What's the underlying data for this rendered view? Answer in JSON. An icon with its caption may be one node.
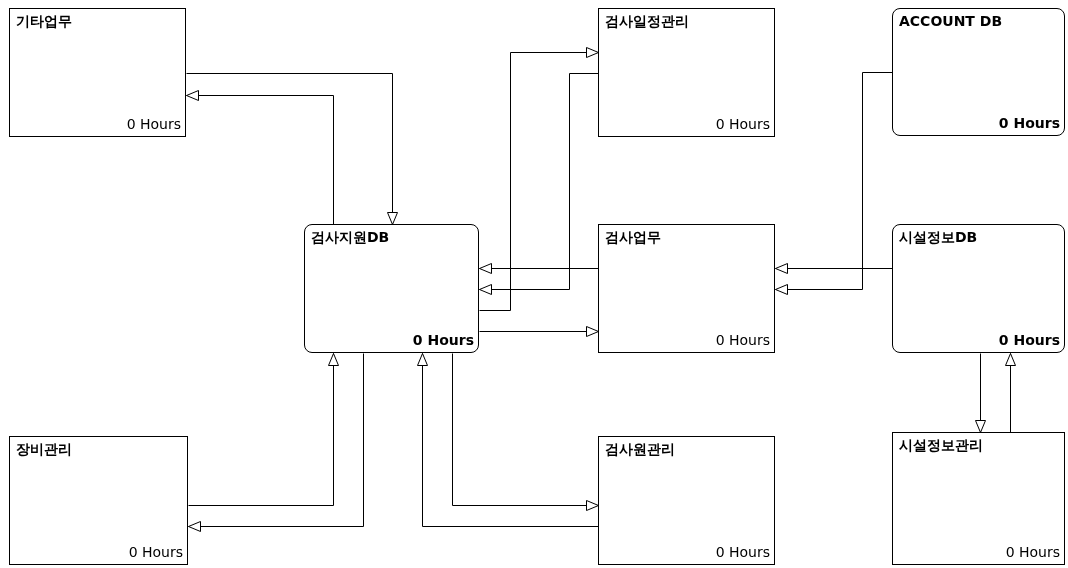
{
  "diagram": {
    "nodes": [
      {
        "text": [
          "기타업무",
          "0 Hours"
        ]
      },
      {
        "text": [
          "검사일정관리",
          "0 Hours"
        ]
      },
      {
        "text": [
          "ACCOUNT DB",
          "0 Hours"
        ]
      },
      {
        "text": [
          "검사지원DB",
          "0 Hours"
        ]
      },
      {
        "text": [
          "검사업무",
          "0 Hours"
        ]
      },
      {
        "text": [
          "시설정보DB",
          "0 Hours"
        ]
      },
      {
        "text": [
          "장비관리",
          "0 Hours"
        ]
      },
      {
        "text": [
          "검사원관리",
          "0 Hours"
        ]
      },
      {
        "text": [
          "시설정보관리",
          "0 Hours"
        ]
      }
    ],
    "edges": [
      {
        "from": 3,
        "to": 0,
        "arrow": "to"
      },
      {
        "from": 0,
        "to": 3,
        "arrow": "to"
      },
      {
        "from": 3,
        "to": 1,
        "arrow": "to"
      },
      {
        "from": 1,
        "to": 3,
        "arrow": "to"
      },
      {
        "from": 4,
        "to": 3,
        "arrow": "to"
      },
      {
        "from": 3,
        "to": 4,
        "arrow": "to"
      },
      {
        "from": 2,
        "to": 4,
        "arrow": "to"
      },
      {
        "from": 5,
        "to": 4,
        "arrow": "to"
      },
      {
        "from": 5,
        "to": 8,
        "arrow": "to"
      },
      {
        "from": 8,
        "to": 5,
        "arrow": "to"
      },
      {
        "from": 6,
        "to": 3,
        "arrow": "to"
      },
      {
        "from": 3,
        "to": 6,
        "arrow": "to"
      },
      {
        "from": 3,
        "to": 7,
        "arrow": "to"
      },
      {
        "from": 7,
        "to": 3,
        "arrow": "to"
      }
    ]
  }
}
